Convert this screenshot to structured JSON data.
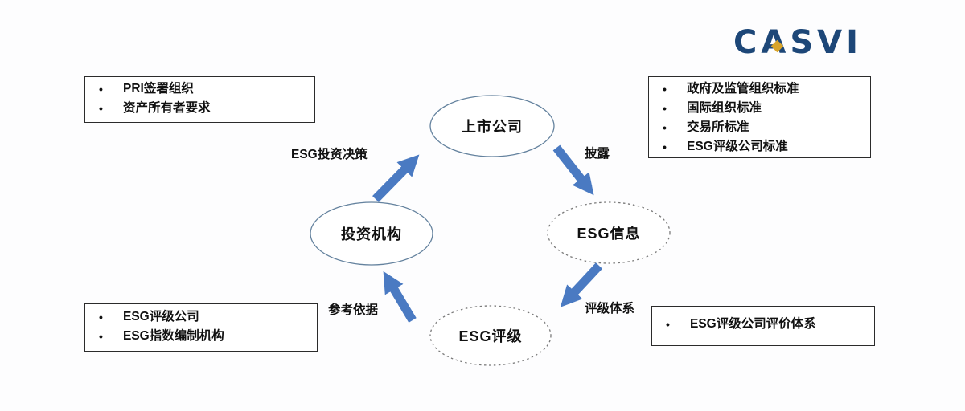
{
  "logo": {
    "text": "CASVI",
    "color": "#1d4778",
    "accent_color": "#d9a42a"
  },
  "diagram": {
    "arrow_color": "#4a7ac2",
    "node_solid_border_color": "#64829e",
    "node_dotted_border_color": "#7a7a7a",
    "nodes": [
      {
        "label": "上市公司",
        "border": "solid"
      },
      {
        "label": "ESG信息",
        "border": "dotted"
      },
      {
        "label": "ESG评级",
        "border": "dotted"
      },
      {
        "label": "投资机构",
        "border": "solid"
      }
    ],
    "arrows": [
      {
        "label": "ESG投资决策",
        "from": "投资机构",
        "to": "上市公司"
      },
      {
        "label": "披露",
        "from": "上市公司",
        "to": "ESG信息"
      },
      {
        "label": "评级体系",
        "from": "ESG信息",
        "to": "ESG评级"
      },
      {
        "label": "参考依据",
        "from": "ESG评级",
        "to": "投资机构"
      }
    ],
    "boxes": {
      "top_left": {
        "items": [
          "PRI签署组织",
          "资产所有者要求"
        ]
      },
      "top_right": {
        "items": [
          "政府及监管组织标准",
          "国际组织标准",
          "交易所标准",
          "ESG评级公司标准"
        ]
      },
      "bottom_left": {
        "items": [
          "ESG评级公司",
          "ESG指数编制机构"
        ]
      },
      "bottom_right": {
        "items": [
          "ESG评级公司评价体系"
        ]
      }
    }
  }
}
